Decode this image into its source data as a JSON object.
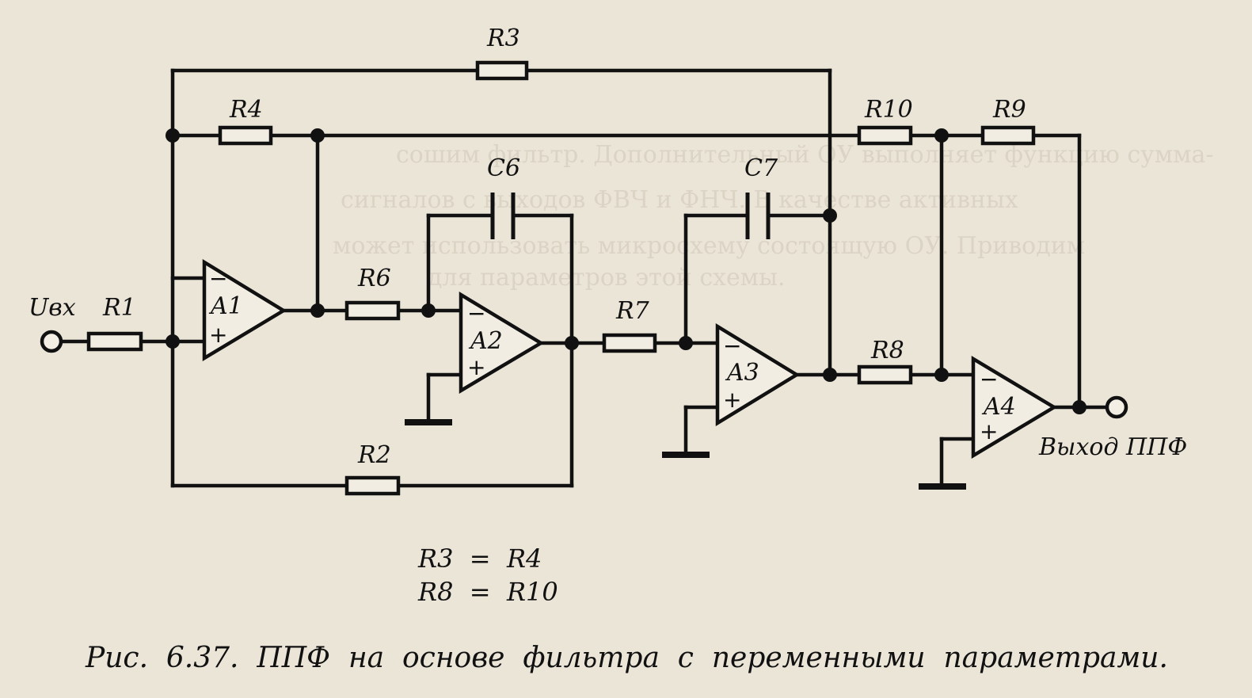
{
  "diagram": {
    "labels": {
      "uvx": "Uвх",
      "r1": "R1",
      "r2": "R2",
      "r3": "R3",
      "r4": "R4",
      "r6": "R6",
      "r7": "R7",
      "r8": "R8",
      "r9": "R9",
      "r10": "R10",
      "c6": "C6",
      "c7": "C7",
      "a1": "A1",
      "a2": "A2",
      "a3": "A3",
      "a4": "A4",
      "output": "Выход ППФ"
    },
    "pins": {
      "minus": "−",
      "plus": "+"
    },
    "equations": [
      "R3  =  R4",
      "R8  =  R10"
    ],
    "caption": "Рис.  6.37.  ППФ  на  основе  фильтра  с  переменными  параметрами."
  }
}
